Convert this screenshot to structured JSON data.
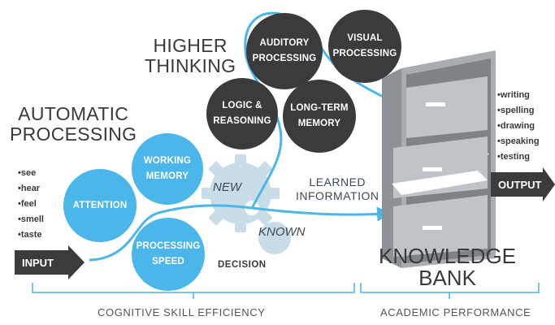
{
  "headings": {
    "higher_thinking": [
      "HIGHER",
      "THINKING"
    ],
    "automatic_processing": [
      "AUTOMATIC",
      "PROCESSING"
    ]
  },
  "higher_skills": {
    "auditory_processing": [
      "AUDITORY",
      "PROCESSING"
    ],
    "visual_processing": [
      "VISUAL",
      "PROCESSING"
    ],
    "logic_reasoning": [
      "LOGIC &",
      "REASONING"
    ],
    "long_term_memory": [
      "LONG-TERM",
      "MEMORY"
    ]
  },
  "automatic_skills": {
    "working_memory": [
      "WORKING",
      "MEMORY"
    ],
    "attention": "ATTENTION",
    "processing_speed": [
      "PROCESSING",
      "SPEED"
    ]
  },
  "senses": [
    "•see",
    "•hear",
    "•feel",
    "•smell",
    "•taste"
  ],
  "outputs": [
    "•writing",
    "•spelling",
    "•drawing",
    "•speaking",
    "•testing"
  ],
  "gear": {
    "new": "NEW",
    "known": "KNOWN",
    "decision": "DECISION"
  },
  "learned_information": [
    "LEARNED",
    "INFORMATION"
  ],
  "knowledge_bank": [
    "KNOWLEDGE",
    "BANK"
  ],
  "input_label": "INPUT",
  "output_label": "OUTPUT",
  "brackets": {
    "cognitive": "COGNITIVE SKILL EFFICIENCY",
    "academic": "ACADEMIC PERFORMANCE"
  },
  "colors": {
    "dark_circle": "#3b3a3d",
    "blue_circle": "#4bb6e9",
    "gear": "#c9dde9",
    "cabinet": "#a9adb2"
  }
}
